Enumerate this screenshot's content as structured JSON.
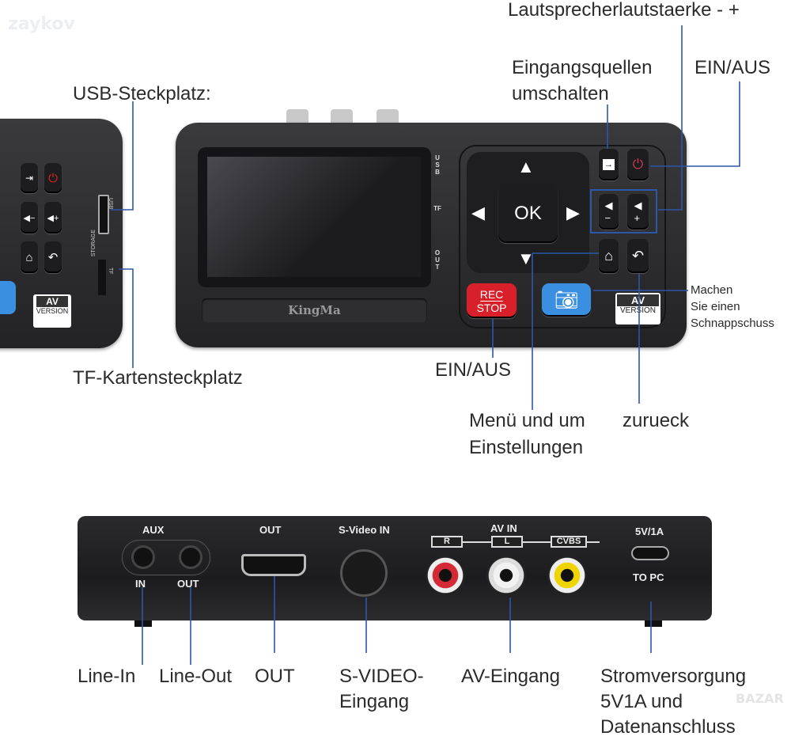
{
  "watermarks": {
    "top": "zaykov",
    "bottom": "BAZAR"
  },
  "labels": {
    "speaker_volume": "Lautsprecherlautstaerke - +",
    "input_source_1": "Eingangsquellen",
    "input_source_2": "umschalten",
    "power_top": "EIN/AUS",
    "usb_slot": "USB-Steckplatz:",
    "tf_slot": "TF-Kartensteckplatz",
    "snapshot_1": "Machen",
    "snapshot_2": "Sie einen",
    "snapshot_3": "Schnappschuss",
    "power_bottom": "EIN/AUS",
    "menu_1": "Menü und um",
    "menu_2": "Einstellungen",
    "back": "zurueck",
    "line_in": "Line-In",
    "line_out": "Line-Out",
    "out": "OUT",
    "svideo_1": "S-VIDEO-",
    "svideo_2": "Eingang",
    "av_in": "AV-Eingang",
    "power_1": "Stromversorgung",
    "power_2": "5V1A und",
    "power_3": "Datenanschluss"
  },
  "device_front": {
    "brand": "KingMa",
    "ok": "OK",
    "rec": "REC",
    "stop": "STOP",
    "av": "AV",
    "version": "VERSION",
    "led_usb": "USB",
    "led_tf": "TF",
    "led_out": "OUT"
  },
  "device_side": {
    "usb": "USB",
    "storage": "STORAGE",
    "tf": "TF",
    "av": "AV",
    "version": "VERSION"
  },
  "device_back": {
    "aux": "AUX",
    "in": "IN",
    "out_aux": "OUT",
    "out_hdmi": "OUT",
    "svideo": "S-Video IN",
    "av_in": "AV IN",
    "r": "R",
    "l": "L",
    "cvbs": "CVBS",
    "power": "5V/1A",
    "to_pc": "TO PC"
  },
  "colors": {
    "annotation_line": "#2d57a8",
    "rec": "#d8202a",
    "camera": "#3a8fe0"
  }
}
